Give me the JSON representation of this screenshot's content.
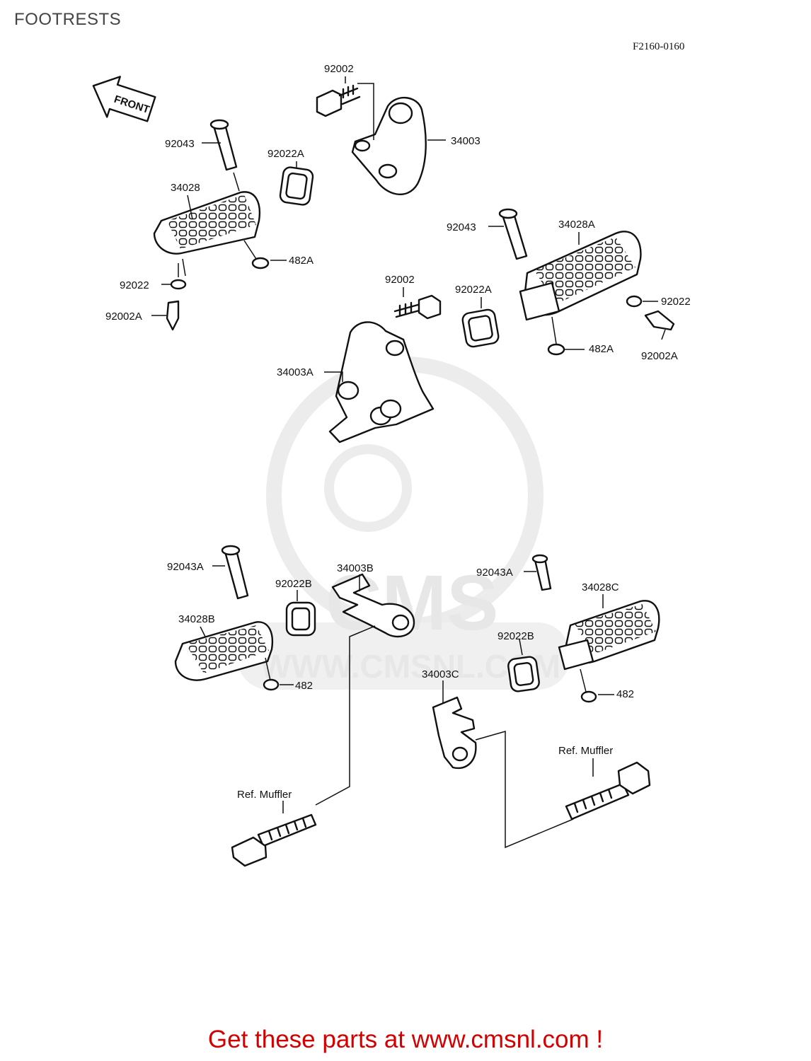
{
  "title": "FOOTRESTS",
  "diagram_code": "F2160-0160",
  "front_arrow": "FRONT",
  "watermark": {
    "brand": "CMS",
    "url": "WWW.CMSNL.COM"
  },
  "promo": "Get these parts at www.cmsnl.com !",
  "callouts": [
    {
      "id": "c01",
      "text": "92002"
    },
    {
      "id": "c02",
      "text": "34003"
    },
    {
      "id": "c03",
      "text": "92043"
    },
    {
      "id": "c04",
      "text": "92022A"
    },
    {
      "id": "c05",
      "text": "34028"
    },
    {
      "id": "c06",
      "text": "482A"
    },
    {
      "id": "c07",
      "text": "92022"
    },
    {
      "id": "c08",
      "text": "92002A"
    },
    {
      "id": "c09",
      "text": "92043"
    },
    {
      "id": "c10",
      "text": "34028A"
    },
    {
      "id": "c11",
      "text": "92002"
    },
    {
      "id": "c12",
      "text": "92022A"
    },
    {
      "id": "c13",
      "text": "92022"
    },
    {
      "id": "c14",
      "text": "482A"
    },
    {
      "id": "c15",
      "text": "92002A"
    },
    {
      "id": "c16",
      "text": "34003A"
    },
    {
      "id": "c17",
      "text": "92043A"
    },
    {
      "id": "c18",
      "text": "34003B"
    },
    {
      "id": "c19",
      "text": "92022B"
    },
    {
      "id": "c20",
      "text": "34028B"
    },
    {
      "id": "c21",
      "text": "482"
    },
    {
      "id": "c22",
      "text": "92043A"
    },
    {
      "id": "c23",
      "text": "34028C"
    },
    {
      "id": "c24",
      "text": "92022B"
    },
    {
      "id": "c25",
      "text": "34003C"
    },
    {
      "id": "c26",
      "text": "482"
    },
    {
      "id": "c27",
      "text": "Ref. Muffler"
    },
    {
      "id": "c28",
      "text": "Ref. Muffler"
    }
  ]
}
